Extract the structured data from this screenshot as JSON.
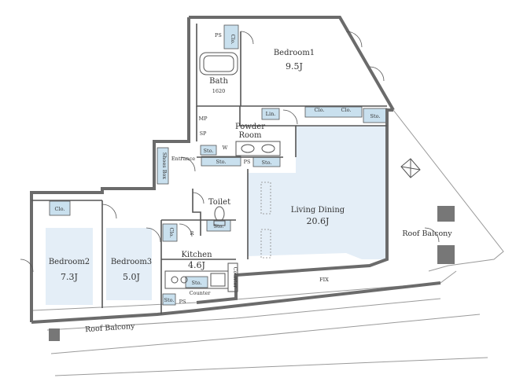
{
  "colors": {
    "wall": "#6b6b6b",
    "line": "#555555",
    "floor_tint": "#e4eef7",
    "storage_tint": "#c9e0ee",
    "balcony_line": "#9a9a9a"
  },
  "rooms": {
    "bedroom1": {
      "name": "Bedroom1",
      "area": "9.5J"
    },
    "bath": {
      "name": "Bath",
      "size": "1620"
    },
    "powder": {
      "line1": "Powder",
      "line2": "Room"
    },
    "living": {
      "name": "Living Dining",
      "area": "20.6J"
    },
    "kitchen": {
      "name": "Kitchen",
      "area": "4.6J"
    },
    "bedroom2": {
      "name": "Bedroom2",
      "area": "7.3J"
    },
    "bedroom3": {
      "name": "Bedroom3",
      "area": "5.0J"
    },
    "toilet": {
      "name": "Toilet"
    },
    "entrance": {
      "name": "Entrance"
    }
  },
  "fixtures": {
    "ps": "PS",
    "mp": "MP",
    "sp": "SP",
    "w": "W",
    "r": "R",
    "lin": "Lin.",
    "clo": "Clo.",
    "sto": "Sto.",
    "shoes_box": "Shoes Box",
    "counter": "Counter",
    "fix": "FIX"
  },
  "balconies": {
    "roof_right": "Roof Balcony",
    "roof_bottom": "Roof Balcony"
  }
}
